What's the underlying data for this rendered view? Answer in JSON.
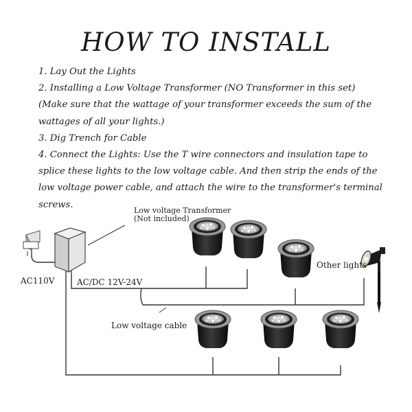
{
  "title": "HOW TO INSTALL",
  "steps": [
    "1.  Lay Out the Lights",
    "2.  Installing a Low Voltage Transformer (NO Transformer in this set)",
    "(Make sure that the wattage of your transformer exceeds the sum of the",
    "wattages of all your lights.)",
    "3.  Dig Trench for Cable",
    "4.  Connect the Lights: Use the T wire connectors and insulation tape to",
    "splice these lights to the low voltage cable. And then strip the ends of the",
    "low voltage power cable, and attach the wire to the transformer's terminal",
    "screws."
  ],
  "diagram": {
    "transformer_label_line1": "Low voltage Transformer",
    "transformer_label_line2": "(Not included)",
    "input_label": "AC110V",
    "output_label": "AC/DC 12V-24V",
    "cable_label": "Low voltage cable",
    "other_lights_label": "Other lights"
  }
}
